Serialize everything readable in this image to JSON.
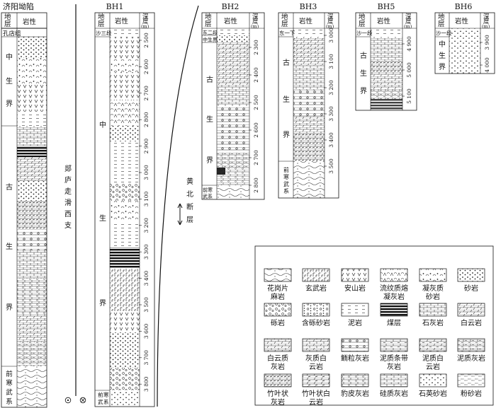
{
  "header": {
    "column_left": "济阳坳陷",
    "bh1": "BH1",
    "bh2": "BH2",
    "bh3": "BH3",
    "bh5": "BH5",
    "bh6": "BH6"
  },
  "table_head": {
    "layer": [
      "地",
      "层"
    ],
    "lith": "岩性",
    "depth": [
      "深",
      "度",
      "(m)"
    ]
  },
  "left_column": {
    "top_unit": "孔店组",
    "eras": [
      {
        "id": "mesozoic",
        "chars": [
          "中",
          "生",
          "界"
        ]
      },
      {
        "id": "paleozoic",
        "chars": [
          "古",
          "生",
          "界"
        ]
      },
      {
        "id": "precambrian",
        "chars": [
          "前",
          "寒",
          "武",
          "系"
        ]
      }
    ]
  },
  "fault_west": {
    "chars": [
      "郯",
      "庐",
      "走",
      "滑",
      "西",
      "支"
    ]
  },
  "fault_east": {
    "chars": [
      "黄",
      "北",
      "断",
      "层"
    ]
  },
  "bh1": {
    "top_unit": "沙三段",
    "eras": [
      {
        "id": "mesozoic",
        "chars": [
          "中",
          "生",
          "界"
        ]
      },
      {
        "id": "precambrian",
        "chars": [
          "前",
          "寒",
          "武",
          "系"
        ]
      }
    ],
    "depths": [
      "2 500",
      "2 600",
      "2 700",
      "2 800",
      "2 900",
      "3 000",
      "3 100",
      "3 200",
      "3 300",
      "3 400",
      "3 500",
      "3 600",
      "3 700",
      "3 800"
    ]
  },
  "bh2": {
    "top_units": [
      "东二段",
      "中生界"
    ],
    "era": {
      "chars": [
        "古",
        "生",
        "界"
      ]
    },
    "bottom": [
      "前寒",
      "武系"
    ],
    "depths": [
      "2 300",
      "2 400",
      "2 500",
      "2 600",
      "2 700",
      "2 800"
    ]
  },
  "bh3": {
    "top_unit": "东一下",
    "era": {
      "chars": [
        "古",
        "生",
        "界"
      ]
    },
    "bottom": [
      "前",
      "寒",
      "武",
      "系"
    ],
    "depths": [
      "3 000",
      "3 100",
      "3 200",
      "3 300",
      "3 400",
      "3 500"
    ]
  },
  "bh5": {
    "top_unit": "沙一段",
    "era": {
      "chars": [
        "古",
        "生",
        "界"
      ]
    },
    "depths": [
      "4 900",
      "5 000",
      "5 100"
    ]
  },
  "bh6": {
    "top_unit": "沙一段",
    "era": {
      "chars": [
        "中",
        "生",
        "界"
      ]
    },
    "depths": [
      "3 900",
      "4 000"
    ]
  },
  "legend": {
    "items": [
      {
        "id": "granite-gneiss",
        "lines": [
          "花岗片",
          "麻岩"
        ]
      },
      {
        "id": "basalt",
        "lines": [
          "玄武岩"
        ]
      },
      {
        "id": "andesite",
        "lines": [
          "安山岩"
        ]
      },
      {
        "id": "flow-tuff",
        "lines": [
          "流纹质熔",
          "凝灰岩"
        ]
      },
      {
        "id": "tuff-sandstone",
        "lines": [
          "凝灰质",
          "砂岩"
        ]
      },
      {
        "id": "sandstone",
        "lines": [
          "砂岩"
        ]
      },
      {
        "id": "conglomerate",
        "lines": [
          "砾岩"
        ]
      },
      {
        "id": "pebbly-sandstone",
        "lines": [
          "含砾砂岩"
        ]
      },
      {
        "id": "mudstone",
        "lines": [
          "泥岩"
        ]
      },
      {
        "id": "coal",
        "lines": [
          "煤层"
        ]
      },
      {
        "id": "limestone",
        "lines": [
          "石灰岩"
        ]
      },
      {
        "id": "dolomite",
        "lines": [
          "白云岩"
        ]
      },
      {
        "id": "dolomitic-limestone",
        "lines": [
          "白云质",
          "灰岩"
        ]
      },
      {
        "id": "limy-dolomite",
        "lines": [
          "灰质白",
          "云岩"
        ]
      },
      {
        "id": "oolitic-limestone",
        "lines": [
          "鲕粒灰岩"
        ]
      },
      {
        "id": "argillaceous-banded-limestone",
        "lines": [
          "泥质条带",
          "灰岩"
        ]
      },
      {
        "id": "argillaceous-dolomite",
        "lines": [
          "泥质白",
          "云岩"
        ]
      },
      {
        "id": "argillaceous-limestone",
        "lines": [
          "泥质灰岩"
        ]
      },
      {
        "id": "flat-pebble-limestone",
        "lines": [
          "竹叶状",
          "灰岩"
        ]
      },
      {
        "id": "flat-pebble-dolomite",
        "lines": [
          "竹叶状白",
          "云岩"
        ]
      },
      {
        "id": "leopard-limestone",
        "lines": [
          "豹皮灰岩"
        ]
      },
      {
        "id": "siliceous-limestone",
        "lines": [
          "硅质灰岩"
        ]
      },
      {
        "id": "quartz-sandstone",
        "lines": [
          "石英砂岩"
        ]
      },
      {
        "id": "siltstone",
        "lines": [
          "粉砂岩"
        ]
      }
    ]
  }
}
